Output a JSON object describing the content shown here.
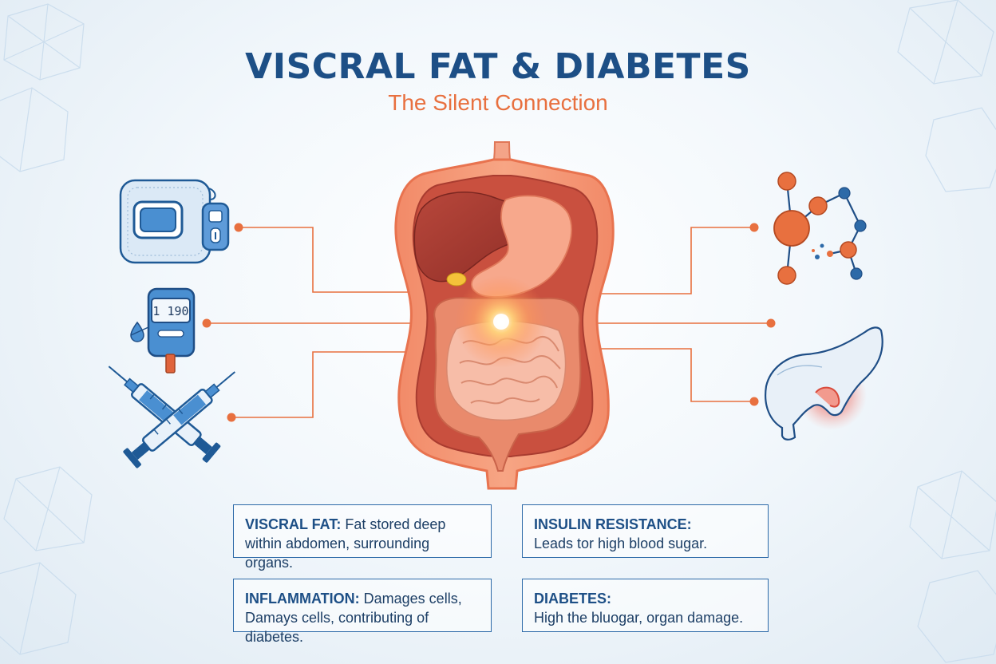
{
  "header": {
    "title": "VISCRAL FAT & DIABETES",
    "subtitle": "The Silent Connection"
  },
  "glucose_meter": {
    "reading": "1 190"
  },
  "icons": {
    "left": [
      "insulin-pump-icon",
      "glucose-meter-icon",
      "syringes-icon"
    ],
    "center": "abdomen-organs-icon",
    "right": [
      "molecule-icon",
      "pancreas-icon"
    ]
  },
  "colors": {
    "title": "#1d4f86",
    "subtitle": "#e8703f",
    "connector": "#e8703f",
    "box_border": "#2d6aa8"
  },
  "info_boxes": [
    {
      "term": "VISCRAL FAT:",
      "text": " Fat stored deep within abdomen, surrounding organs."
    },
    {
      "term": "INSULIN RESISTANCE:",
      "text": " Leads tor high blood sugar."
    },
    {
      "term": "INFLAMMATION:",
      "text": " Damages cells, Damays cells, contributing of diabetes."
    },
    {
      "term": "DIABETES:",
      "text": " High the bluogar, organ damage."
    }
  ]
}
